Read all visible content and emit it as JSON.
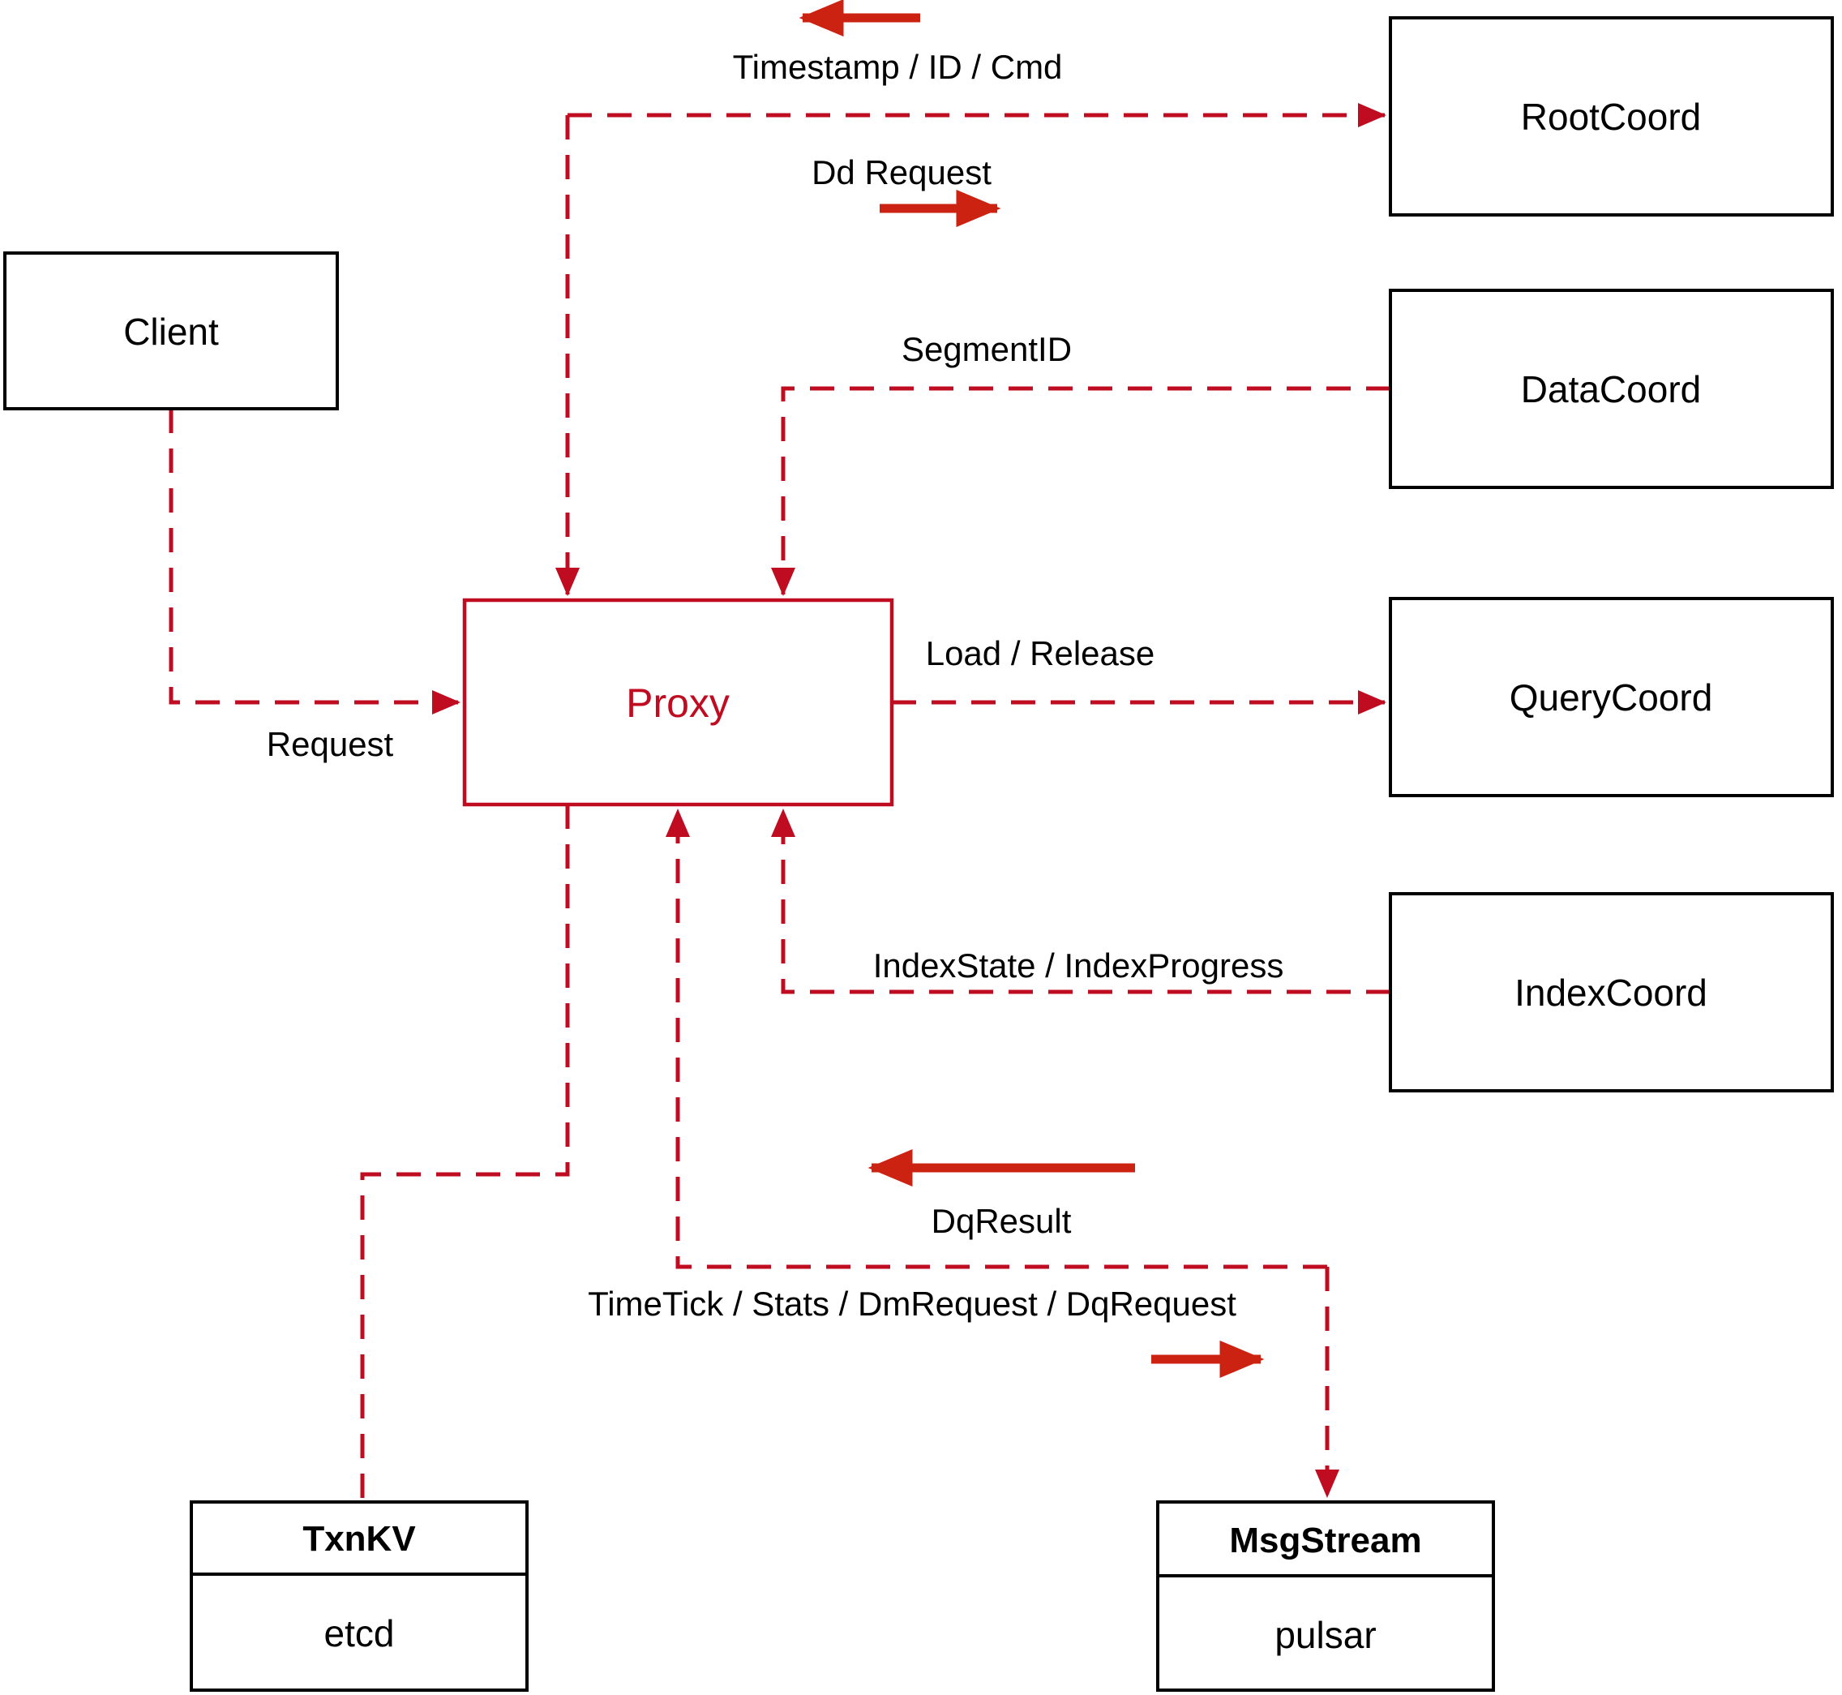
{
  "diagram": {
    "nodes": {
      "client": {
        "label": "Client"
      },
      "proxy": {
        "label": "Proxy"
      },
      "rootcoord": {
        "label": "RootCoord"
      },
      "datacoord": {
        "label": "DataCoord"
      },
      "querycoord": {
        "label": "QueryCoord"
      },
      "indexcoord": {
        "label": "IndexCoord"
      },
      "txnkv": {
        "title": "TxnKV",
        "subtitle": "etcd"
      },
      "msgstream": {
        "title": "MsgStream",
        "subtitle": "pulsar"
      }
    },
    "edge_labels": {
      "timestamp": "Timestamp / ID / Cmd",
      "dd_request": "Dd Request",
      "segment_id": "SegmentID",
      "load_release": "Load / Release",
      "index_state": "IndexState / IndexProgress",
      "request": "Request",
      "dq_result": "DqResult",
      "timetick": "TimeTick / Stats / DmRequest / DqRequest"
    },
    "colors": {
      "connector": "#c00c21",
      "direction_arrow": "#cc2211",
      "box_border": "#000000",
      "proxy_accent": "#c00c21",
      "text": "#000000",
      "background": "#ffffff"
    }
  }
}
